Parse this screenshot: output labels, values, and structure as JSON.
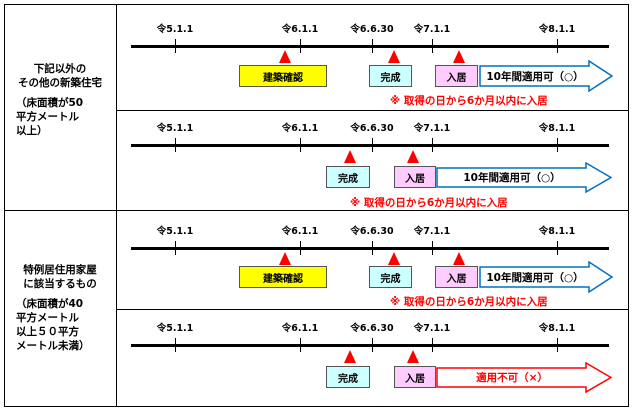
{
  "dates": [
    "令5.1.1",
    "令6.1.1",
    "令6.6.30",
    "令7.1.1",
    "令8.1.1"
  ],
  "boxes": {
    "build_confirm": "建築確認",
    "complete": "完成",
    "move_in": "入居"
  },
  "notes": {
    "within_6_months": "※ 取得の日から6か月以内に入居"
  },
  "arrows": {
    "ok": "10年間適用可（○）",
    "ng": "適用不可（×）"
  },
  "colors": {
    "ok_arrow_fill": "#ffffff",
    "ok_arrow_stroke": "#0070c0",
    "ng_arrow_stroke": "#ff0000",
    "marker": "#ff0000"
  },
  "categories": [
    {
      "title_lines": [
        "下記以外の",
        "その他の新築住宅"
      ],
      "sub_lines": [
        "（床面積が50",
        "平方メートル",
        "以上）"
      ]
    },
    {
      "title_lines": [
        "特例居住用家屋",
        "に該当するもの"
      ],
      "sub_lines": [
        "（床面積が40",
        "平方メートル",
        "以上５０平方",
        "メートル未満）"
      ]
    }
  ]
}
